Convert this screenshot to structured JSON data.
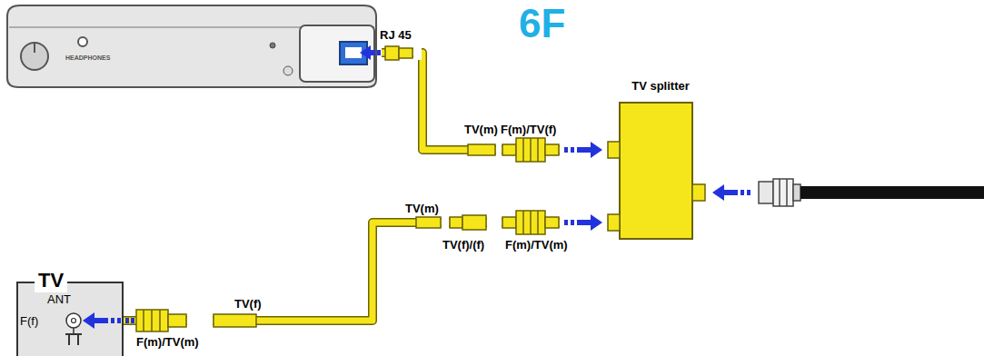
{
  "diagram": {
    "title": "6F",
    "nodes": [
      {
        "text": [
          "HEADPHONES"
        ]
      },
      {
        "text": [
          "TV splitter"
        ]
      },
      {
        "text": [
          "TV",
          "ANT",
          "F(f)"
        ]
      }
    ],
    "edges": [
      {
        "from": 0,
        "to": 1,
        "arrow": "none"
      },
      {
        "from": 2,
        "to": 1,
        "arrow": "none"
      }
    ],
    "labels": [
      "RJ 45",
      "TV(m)",
      "F(m)/TV(f)",
      "TV(m)",
      "TV(f)/(f)",
      "F(m)/TV(m)",
      "TV(f)",
      "F(m)/TV(m)"
    ]
  }
}
